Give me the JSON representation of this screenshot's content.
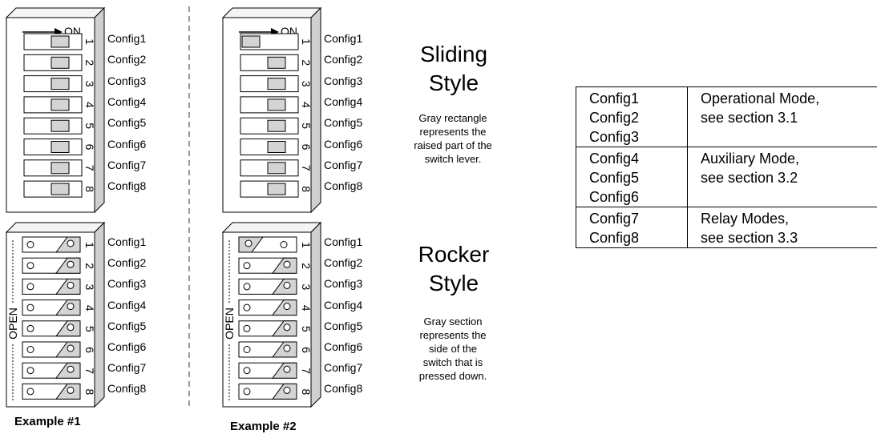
{
  "switch_on_label": "ON",
  "switch_open_label": "OPEN",
  "switch_numbers": [
    "1",
    "2",
    "3",
    "4",
    "5",
    "6",
    "7",
    "8"
  ],
  "config_labels": [
    "Config1",
    "Config2",
    "Config3",
    "Config4",
    "Config5",
    "Config6",
    "Config7",
    "Config8"
  ],
  "sliding": {
    "title_line1": "Sliding",
    "title_line2": "Style",
    "note": [
      "Gray rectangle",
      "represents the",
      "raised part of the",
      "switch lever."
    ],
    "example1_states": [
      "on",
      "on",
      "on",
      "on",
      "on",
      "on",
      "on",
      "on"
    ],
    "example2_states": [
      "off",
      "on",
      "on",
      "on",
      "on",
      "on",
      "on",
      "on"
    ]
  },
  "rocker": {
    "title_line1": "Rocker",
    "title_line2": "Style",
    "note": [
      "Gray section",
      "represents the",
      "side of the",
      "switch that is",
      "pressed down."
    ],
    "example1_states": [
      "on",
      "on",
      "on",
      "on",
      "on",
      "on",
      "on",
      "on"
    ],
    "example2_states": [
      "off",
      "on",
      "on",
      "on",
      "on",
      "on",
      "on",
      "on"
    ]
  },
  "examples": [
    "Example #1",
    "Example #2"
  ],
  "table": [
    {
      "configs": [
        "Config1",
        "Config2",
        "Config3"
      ],
      "desc": [
        "Operational Mode,",
        "see section 3.1"
      ]
    },
    {
      "configs": [
        "Config4",
        "Config5",
        "Config6"
      ],
      "desc": [
        "Auxiliary Mode,",
        "see section 3.2"
      ]
    },
    {
      "configs": [
        "Config7",
        "Config8"
      ],
      "desc": [
        "Relay Modes,",
        "see section 3.3"
      ]
    }
  ],
  "colors": {
    "raised": "#d4d4d4",
    "body_top": "#f4f4f4",
    "body_side": "#d0d0d0",
    "line": "#000000",
    "divider": "#777777"
  }
}
